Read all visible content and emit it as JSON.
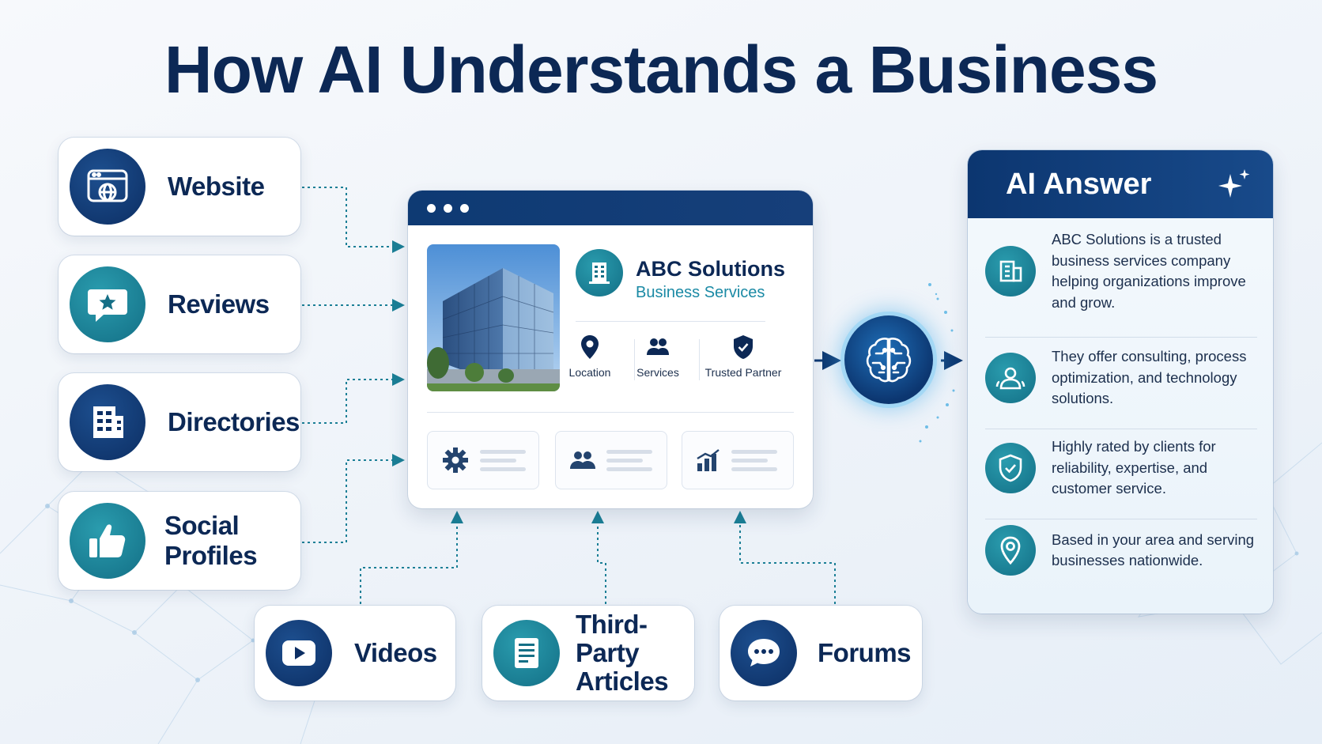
{
  "title": "How AI Understands a Business",
  "sources": {
    "website": "Website",
    "reviews": "Reviews",
    "directories": "Directories",
    "social": "Social Profiles",
    "videos": "Videos",
    "articles_line1": "Third-Party",
    "articles_line2": "Articles",
    "forums": "Forums"
  },
  "profile": {
    "name": "ABC Solutions",
    "category": "Business Services",
    "attributes": [
      "Location",
      "Services",
      "Trusted Partner"
    ]
  },
  "answer": {
    "title": "AI Answer",
    "items": [
      "ABC Solutions is a trusted business services company helping organizations improve and grow.",
      "They offer consulting, process optimization, and technology solutions.",
      "Highly rated by clients for reliability, expertise, and customer service.",
      "Based in your area and serving businesses nationwide."
    ]
  },
  "colors": {
    "navy": "#0c2855",
    "teal": "#1b8aa5",
    "accent_blue": "#0e3a73"
  },
  "icons": {
    "website": "browser-globe-icon",
    "reviews": "chat-star-icon",
    "directories": "building-icon",
    "social": "thumbs-up-icon",
    "videos": "play-icon",
    "articles": "document-icon",
    "forums": "chat-dots-icon",
    "ai": "brain-icon"
  }
}
